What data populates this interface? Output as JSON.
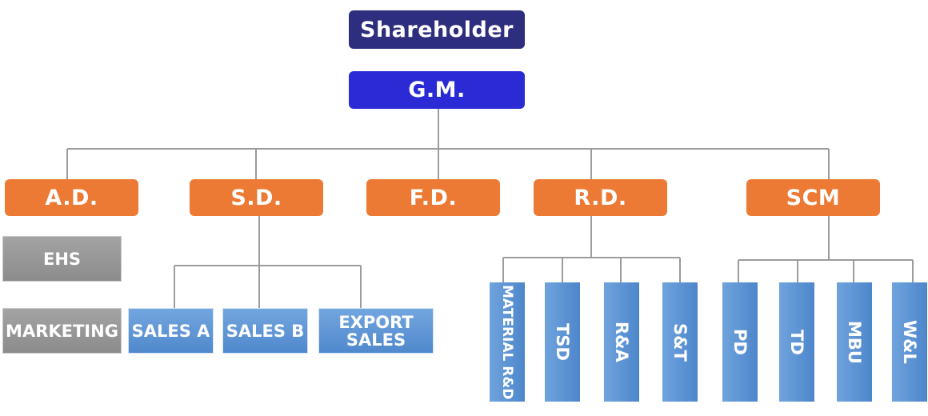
{
  "top": {
    "shareholder": "Shareholder",
    "gm": "G.M."
  },
  "departments": {
    "ad": "A.D.",
    "sd": "S.D.",
    "fd": "F.D.",
    "rd": "R.D.",
    "scm": "SCM"
  },
  "ad_units": {
    "ehs": "EHS",
    "marketing": "MARKETING"
  },
  "sd_units": {
    "sales_a": "SALES A",
    "sales_b": "SALES B",
    "export_sales_line1": "EXPORT",
    "export_sales_line2": "SALES"
  },
  "rd_units": {
    "material_rd": "MATERIAL R&D",
    "tsd": "TSD",
    "ra": "R&A",
    "st": "S&T"
  },
  "scm_units": {
    "pd": "PD",
    "td": "TD",
    "mbu": "MBU",
    "wl": "W&L"
  },
  "colors": {
    "shareholder": "#2e2e7e",
    "gm": "#2b2bd6",
    "department": "#ec7a34",
    "grey_unit": "#999999",
    "blue_unit": "#5f95d4",
    "connector": "#9c9c9c"
  }
}
